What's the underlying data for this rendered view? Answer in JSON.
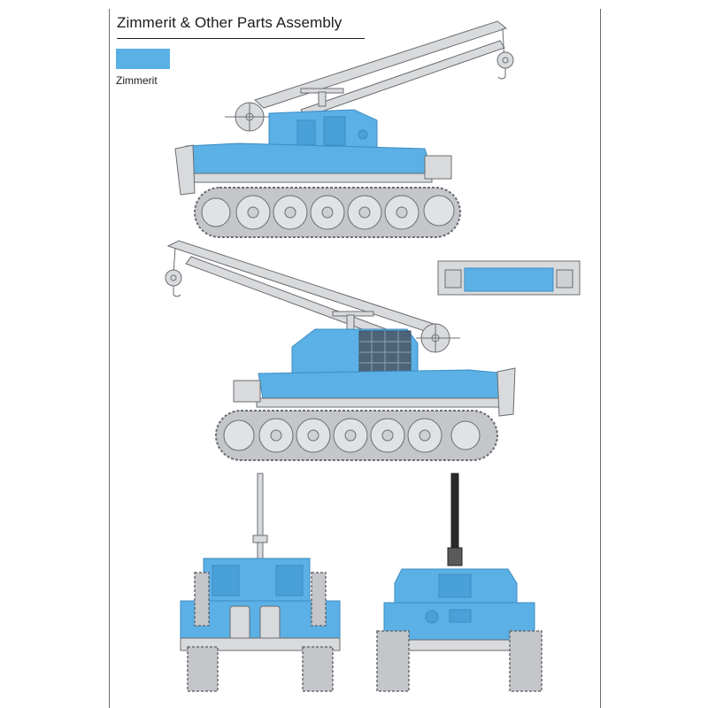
{
  "title": "Zimmerit & Other Parts Assembly",
  "legend": {
    "label": "Zimmerit",
    "color": "#5bb0e6"
  },
  "colors": {
    "zimmerit": "#5bb0e6",
    "zimmerit_dark": "#3e8cc2",
    "part_gray": "#d9dadc",
    "part_edge": "#6a6d72",
    "track": "#c4c6ca"
  },
  "views": [
    "left-side-view",
    "right-side-view",
    "rear-view",
    "front-view",
    "detail-inset"
  ]
}
